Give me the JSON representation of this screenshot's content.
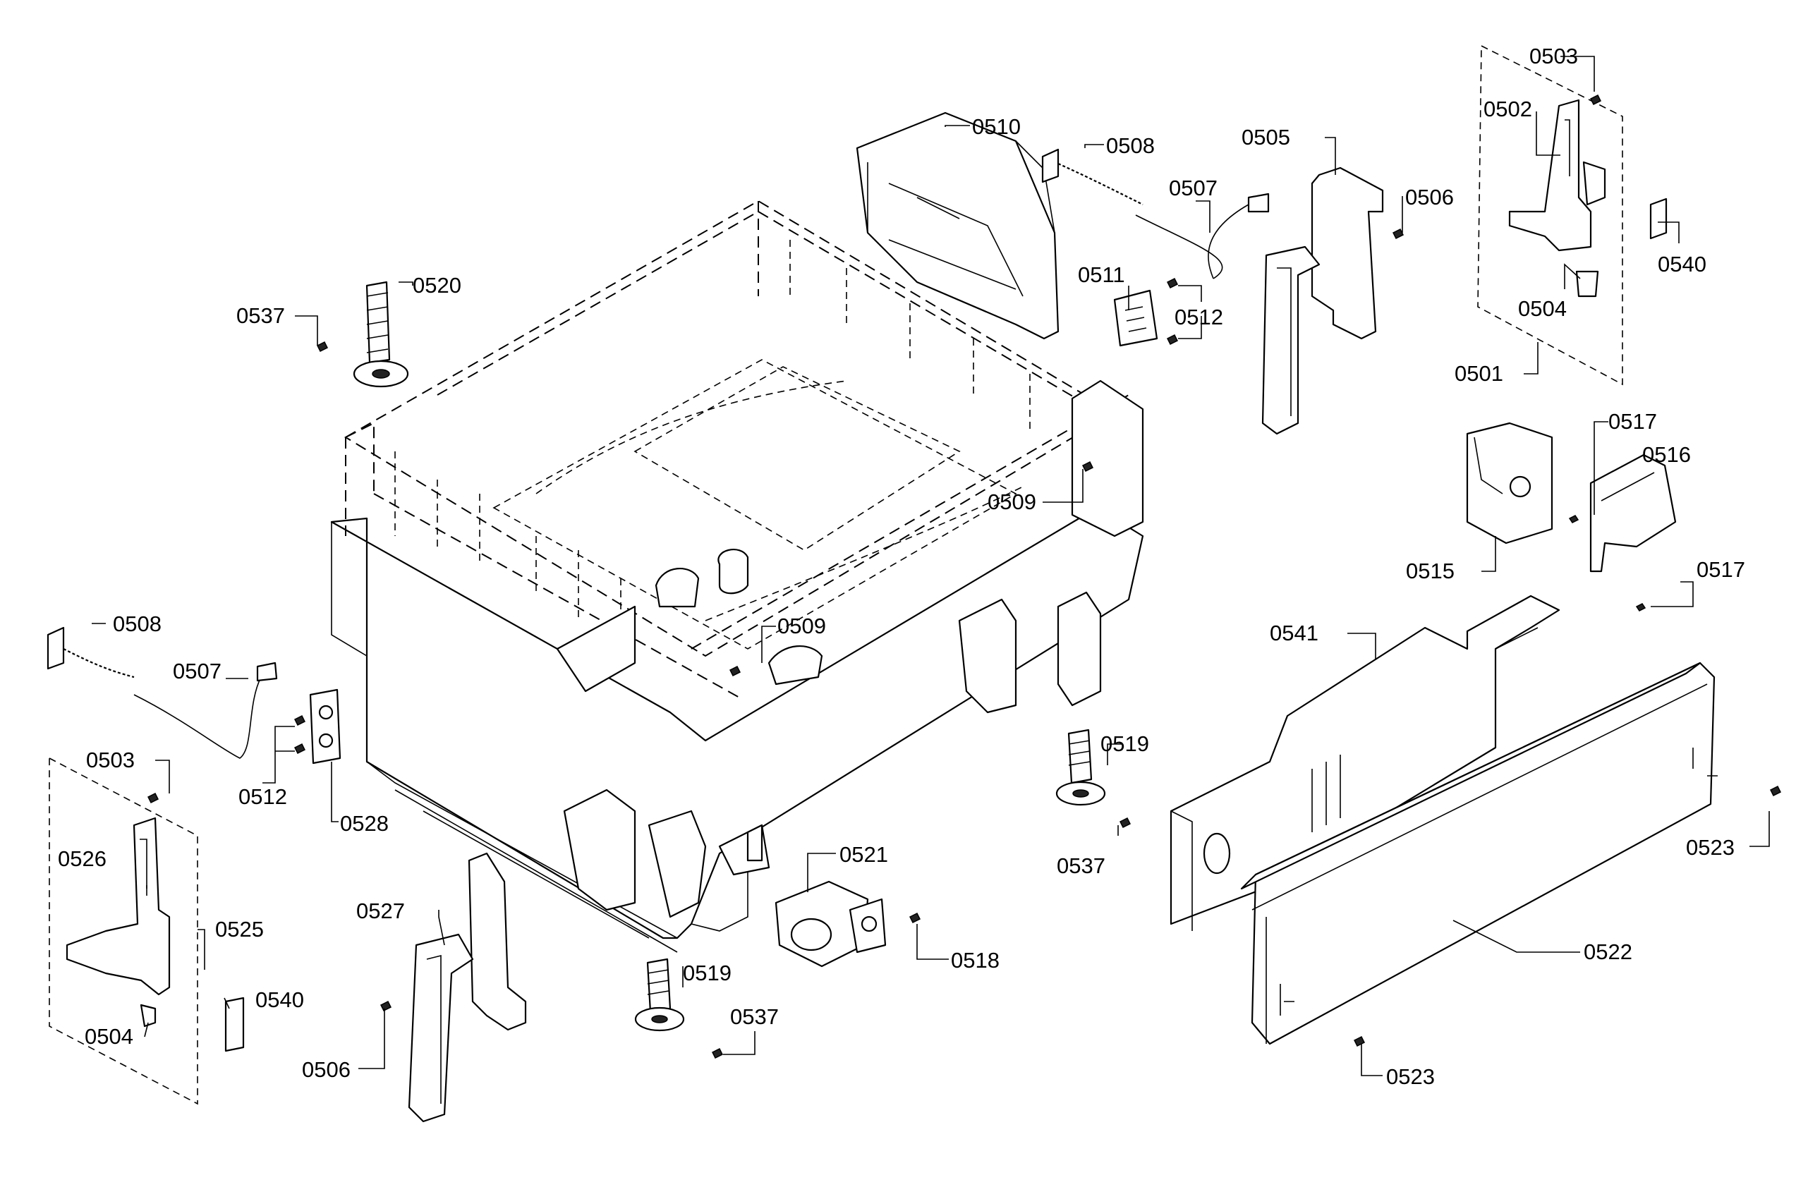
{
  "labels": [
    {
      "id": "l0503a",
      "text": "0503"
    },
    {
      "id": "l0502",
      "text": "0502"
    },
    {
      "id": "l0540a",
      "text": "0540"
    },
    {
      "id": "l0504a",
      "text": "0504"
    },
    {
      "id": "l0501",
      "text": "0501"
    },
    {
      "id": "l0510",
      "text": "0510"
    },
    {
      "id": "l0508a",
      "text": "0508"
    },
    {
      "id": "l0505",
      "text": "0505"
    },
    {
      "id": "l0507a",
      "text": "0507"
    },
    {
      "id": "l0506a",
      "text": "0506"
    },
    {
      "id": "l0511",
      "text": "0511"
    },
    {
      "id": "l0512a",
      "text": "0512"
    },
    {
      "id": "l0520",
      "text": "0520"
    },
    {
      "id": "l0537a",
      "text": "0537"
    },
    {
      "id": "l0509a",
      "text": "0509"
    },
    {
      "id": "l0517a",
      "text": "0517"
    },
    {
      "id": "l0516",
      "text": "0516"
    },
    {
      "id": "l0515",
      "text": "0515"
    },
    {
      "id": "l0517b",
      "text": "0517"
    },
    {
      "id": "l0541",
      "text": "0541"
    },
    {
      "id": "l0508b",
      "text": "0508"
    },
    {
      "id": "l0507b",
      "text": "0507"
    },
    {
      "id": "l0509b",
      "text": "0509"
    },
    {
      "id": "l0512b",
      "text": "0512"
    },
    {
      "id": "l0528",
      "text": "0528"
    },
    {
      "id": "l0503b",
      "text": "0503"
    },
    {
      "id": "l0526",
      "text": "0526"
    },
    {
      "id": "l0525",
      "text": "0525"
    },
    {
      "id": "l0540b",
      "text": "0540"
    },
    {
      "id": "l0504b",
      "text": "0504"
    },
    {
      "id": "l0527",
      "text": "0527"
    },
    {
      "id": "l0506b",
      "text": "0506"
    },
    {
      "id": "l0519a",
      "text": "0519"
    },
    {
      "id": "l0537b",
      "text": "0537"
    },
    {
      "id": "l0521",
      "text": "0521"
    },
    {
      "id": "l0518",
      "text": "0518"
    },
    {
      "id": "l0519b",
      "text": "0519"
    },
    {
      "id": "l0537c",
      "text": "0537"
    },
    {
      "id": "l0523a",
      "text": "0523"
    },
    {
      "id": "l0522",
      "text": "0522"
    },
    {
      "id": "l0523b",
      "text": "0523"
    }
  ]
}
